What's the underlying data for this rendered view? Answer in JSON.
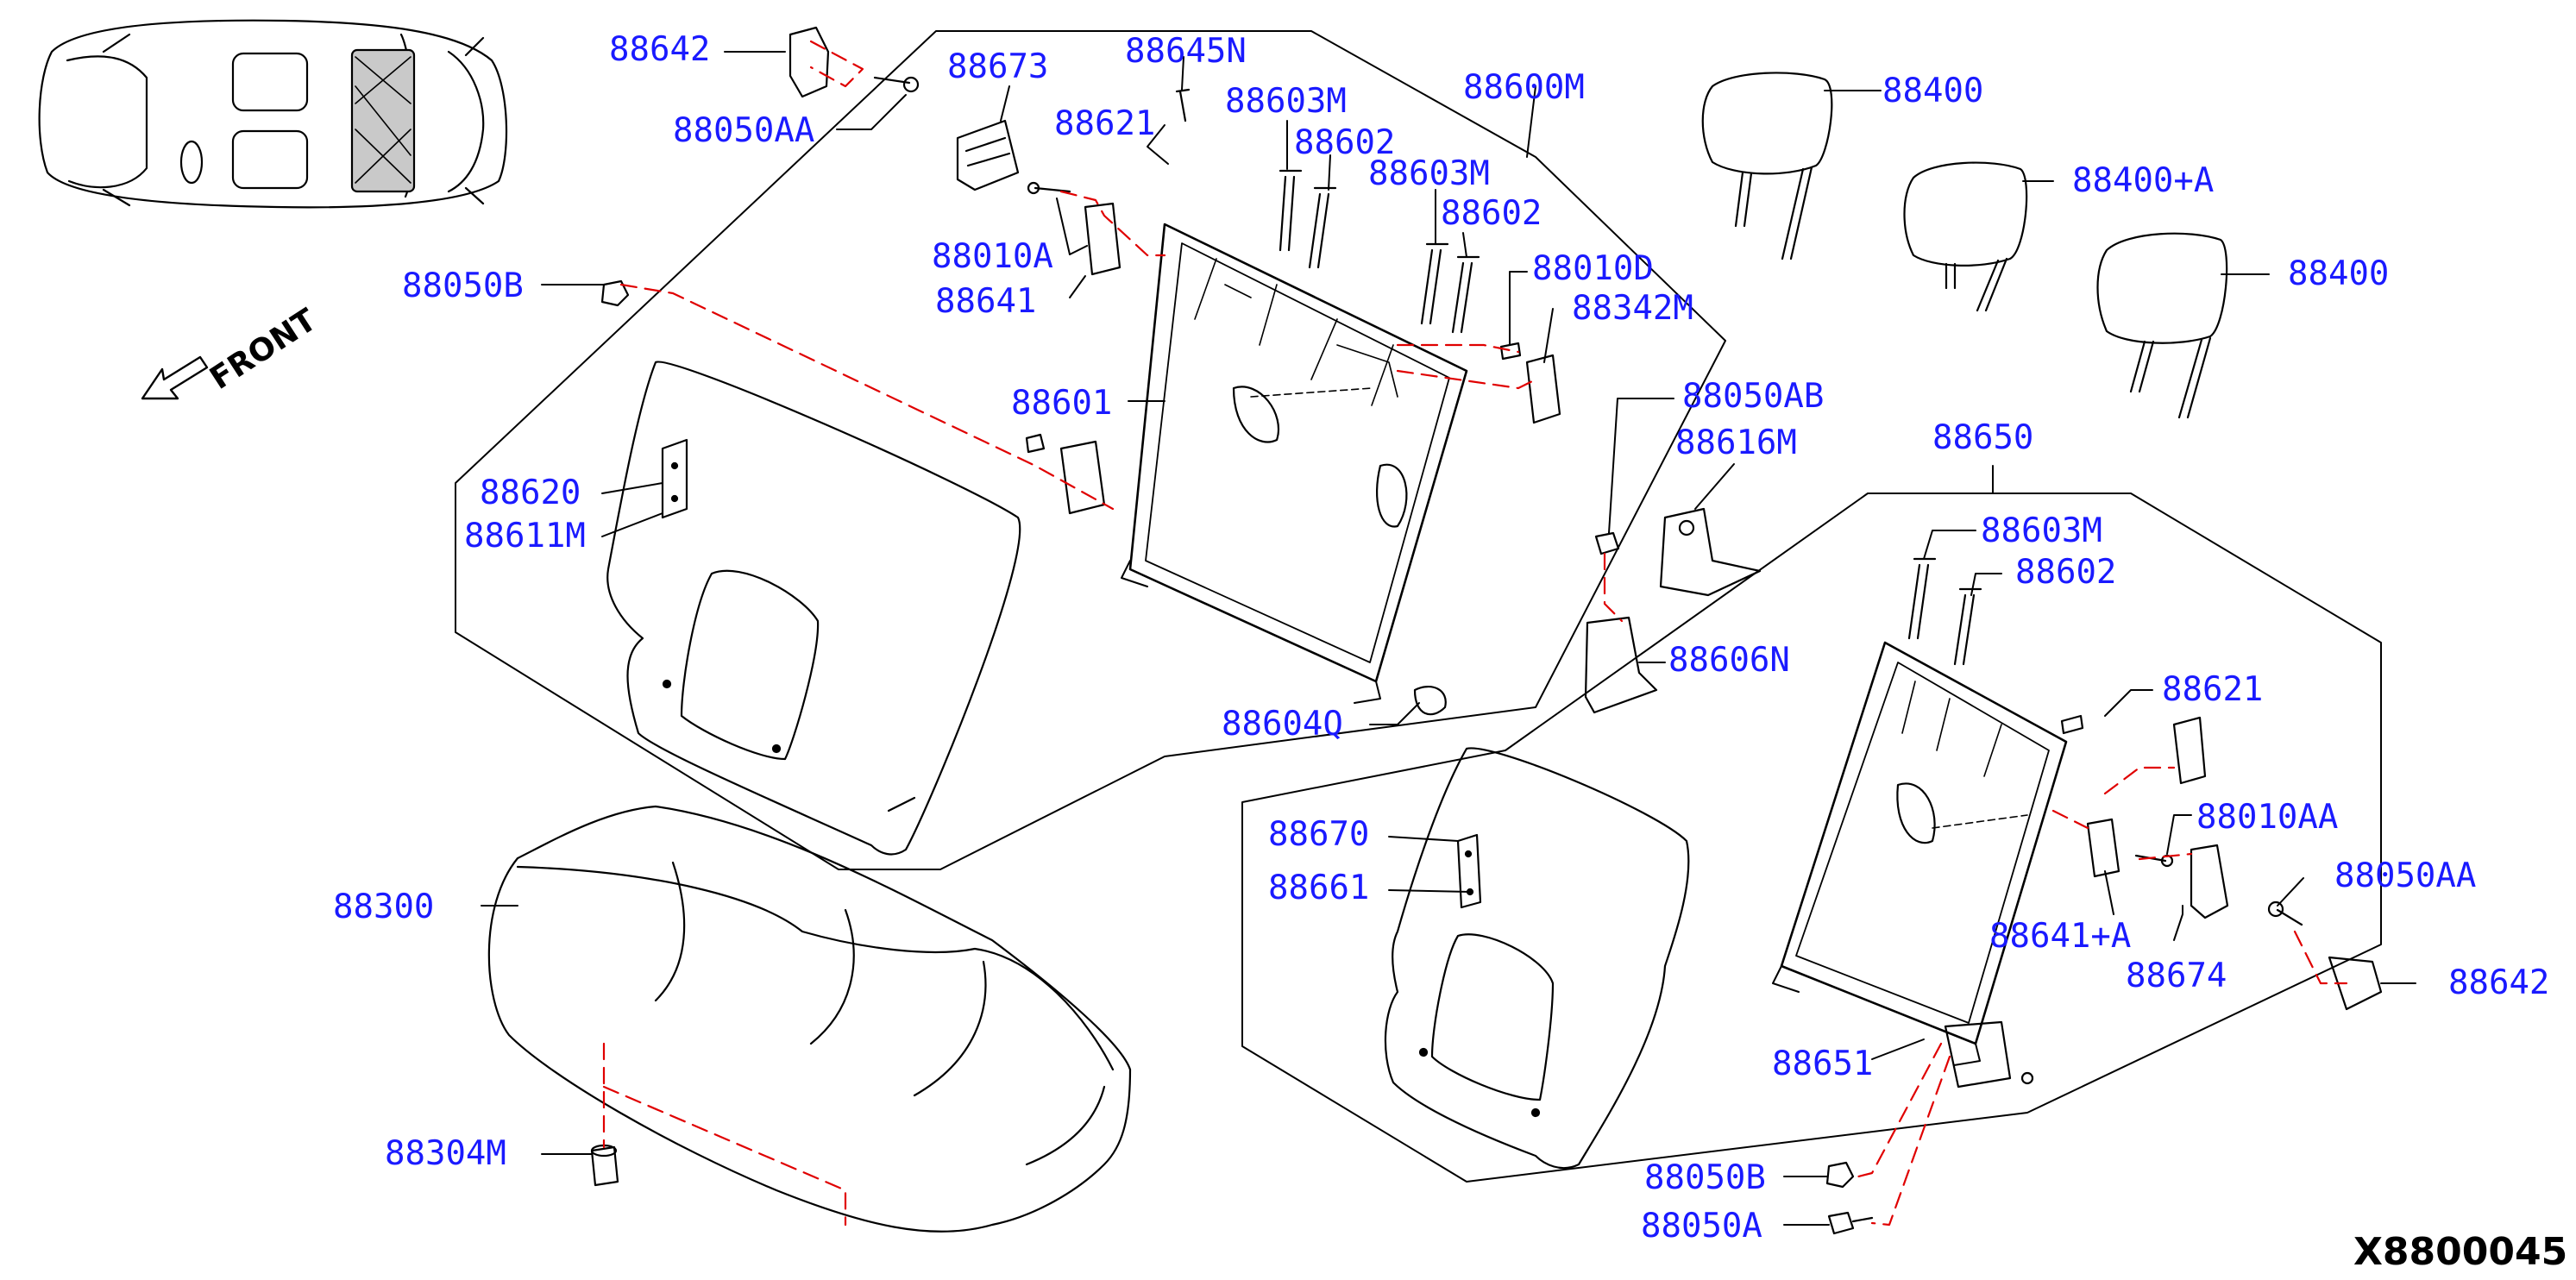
{
  "diagram_code": "X8800045",
  "direction_label": "FRONT",
  "colors": {
    "label": "#1a1aff",
    "line": "#000000",
    "dashed": "#e00000"
  },
  "parts": [
    {
      "id": "p1",
      "text": "88642"
    },
    {
      "id": "p2",
      "text": "88050AA"
    },
    {
      "id": "p3",
      "text": "88673"
    },
    {
      "id": "p4",
      "text": "88645N"
    },
    {
      "id": "p5",
      "text": "88621"
    },
    {
      "id": "p6",
      "text": "88603M"
    },
    {
      "id": "p7",
      "text": "88602"
    },
    {
      "id": "p8",
      "text": "88600M"
    },
    {
      "id": "p9",
      "text": "88603M"
    },
    {
      "id": "p10",
      "text": "88602"
    },
    {
      "id": "p11",
      "text": "88010A"
    },
    {
      "id": "p12",
      "text": "88641"
    },
    {
      "id": "p13",
      "text": "88050B"
    },
    {
      "id": "p14",
      "text": "88010D"
    },
    {
      "id": "p15",
      "text": "88342M"
    },
    {
      "id": "p16",
      "text": "88601"
    },
    {
      "id": "p17",
      "text": "88400"
    },
    {
      "id": "p18",
      "text": "88400+A"
    },
    {
      "id": "p19",
      "text": "88400"
    },
    {
      "id": "p20",
      "text": "88050AB"
    },
    {
      "id": "p21",
      "text": "88616M"
    },
    {
      "id": "p22",
      "text": "88650"
    },
    {
      "id": "p23",
      "text": "88620"
    },
    {
      "id": "p24",
      "text": "88611M"
    },
    {
      "id": "p25",
      "text": "88606N"
    },
    {
      "id": "p26",
      "text": "88603M"
    },
    {
      "id": "p27",
      "text": "88602"
    },
    {
      "id": "p28",
      "text": "88604Q"
    },
    {
      "id": "p29",
      "text": "88621"
    },
    {
      "id": "p30",
      "text": "88010AA"
    },
    {
      "id": "p31",
      "text": "88670"
    },
    {
      "id": "p32",
      "text": "88661"
    },
    {
      "id": "p33",
      "text": "88050AA"
    },
    {
      "id": "p34",
      "text": "88300"
    },
    {
      "id": "p35",
      "text": "88641+A"
    },
    {
      "id": "p36",
      "text": "88674"
    },
    {
      "id": "p37",
      "text": "88642"
    },
    {
      "id": "p38",
      "text": "88651"
    },
    {
      "id": "p39",
      "text": "88304M"
    },
    {
      "id": "p40",
      "text": "88050B"
    },
    {
      "id": "p41",
      "text": "88050A"
    }
  ]
}
